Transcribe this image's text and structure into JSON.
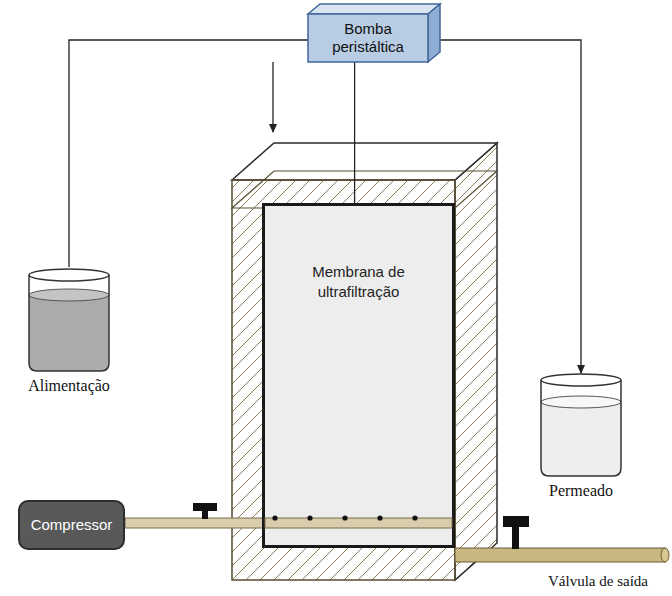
{
  "diagram": {
    "nodes": [
      {
        "text": [
          "Bomba peristáltica"
        ]
      },
      {
        "text": [
          "Alimentação"
        ]
      },
      {
        "text": [
          "Membrana de ultrafiltração"
        ]
      },
      {
        "text": [
          "Permeado"
        ]
      },
      {
        "text": [
          "Compressor"
        ]
      }
    ],
    "edges": [
      {
        "from": 1,
        "to": 0,
        "arrow": "none"
      },
      {
        "from": 2,
        "to": 0,
        "arrow": "none"
      },
      {
        "from": 0,
        "to": 3,
        "arrow": "to"
      }
    ],
    "labels": [
      "Válvula de saída"
    ]
  }
}
